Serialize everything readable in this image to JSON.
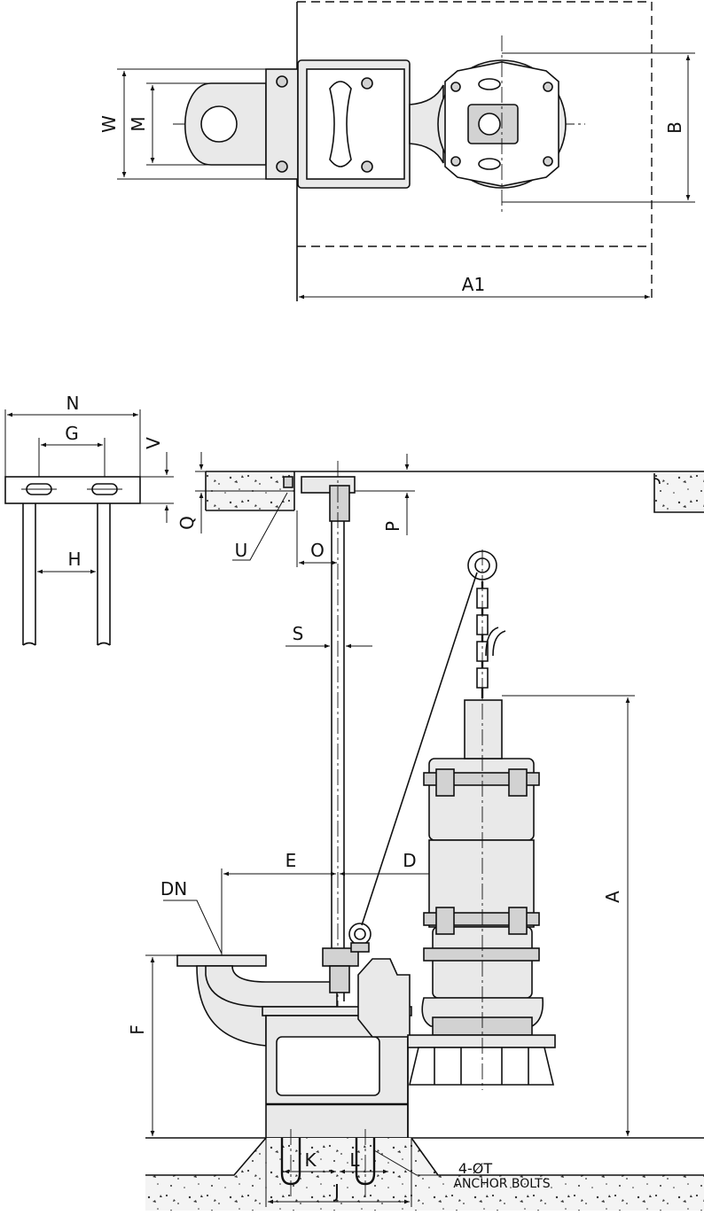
{
  "labels": {
    "W": "W",
    "M": "M",
    "B": "B",
    "A1": "A1",
    "N": "N",
    "G": "G",
    "V": "V",
    "H": "H",
    "Q": "Q",
    "U": "U",
    "P": "P",
    "O": "O",
    "S": "S",
    "E": "E",
    "D": "D",
    "DN": "DN",
    "F": "F",
    "A": "A",
    "K": "K",
    "L": "L",
    "J": "J",
    "anchor_count": "4-ØT",
    "anchor_bolts": "ANCHOR BOLTS"
  }
}
